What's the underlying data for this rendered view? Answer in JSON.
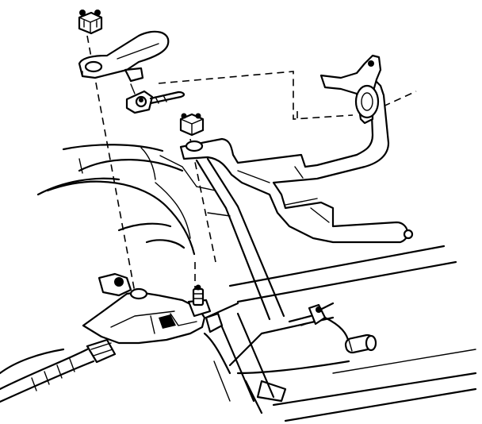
{
  "diagram": {
    "parts": [
      {
        "id": "upper-nut",
        "icon": "hex-nut-icon"
      },
      {
        "id": "upper-bracket",
        "icon": "mounting-bracket-icon"
      },
      {
        "id": "clevis-pin",
        "icon": "pin-icon"
      },
      {
        "id": "center-nut",
        "icon": "hex-nut-icon"
      },
      {
        "id": "brake-cable-bracket",
        "icon": "bracket-arm-icon"
      },
      {
        "id": "lower-mount",
        "icon": "mount-plate-icon"
      },
      {
        "id": "mount-stud",
        "icon": "stud-icon"
      },
      {
        "id": "cable-end",
        "icon": "cable-fitting-icon"
      }
    ],
    "colors": {
      "ink": "#000000",
      "paper": "#ffffff"
    }
  }
}
